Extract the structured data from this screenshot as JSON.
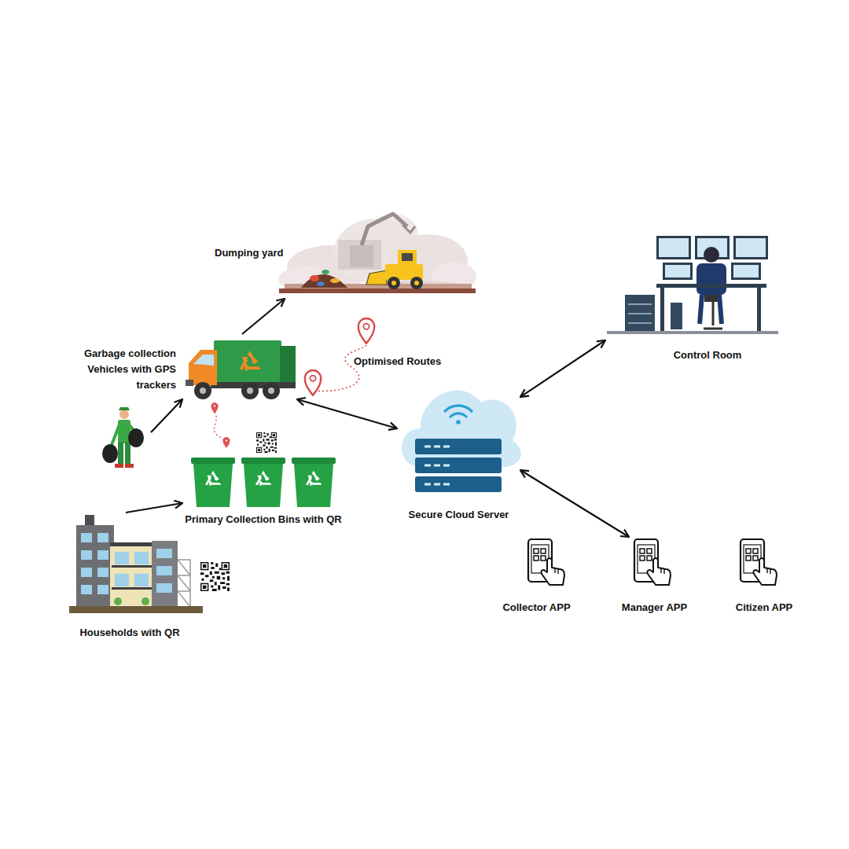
{
  "diagram": {
    "nodes": [
      {
        "text": [
          "Dumping yard"
        ]
      },
      {
        "text": [
          "Garbage collection Vehicles with GPS trackers"
        ]
      },
      {
        "text": [
          "Control Room"
        ]
      },
      {
        "text": [
          "Primary Collection Bins with QR"
        ]
      },
      {
        "text": [
          "Secure Cloud Server"
        ]
      },
      {
        "text": [
          "Households with QR"
        ]
      },
      {
        "text": [
          "Collector APP"
        ]
      },
      {
        "text": [
          "Manager APP"
        ]
      },
      {
        "text": [
          "Citizen APP"
        ]
      }
    ],
    "edges": [
      {
        "from": 5,
        "to": 3,
        "arrow": "to"
      },
      {
        "from": 1,
        "to": 0,
        "arrow": "to"
      },
      {
        "from": 1,
        "to": 4,
        "arrow": "both"
      },
      {
        "from": 4,
        "to": 2,
        "arrow": "both"
      },
      {
        "from": 4,
        "to": 7,
        "arrow": "both"
      }
    ],
    "labels": [
      "Optimised Routes"
    ]
  }
}
